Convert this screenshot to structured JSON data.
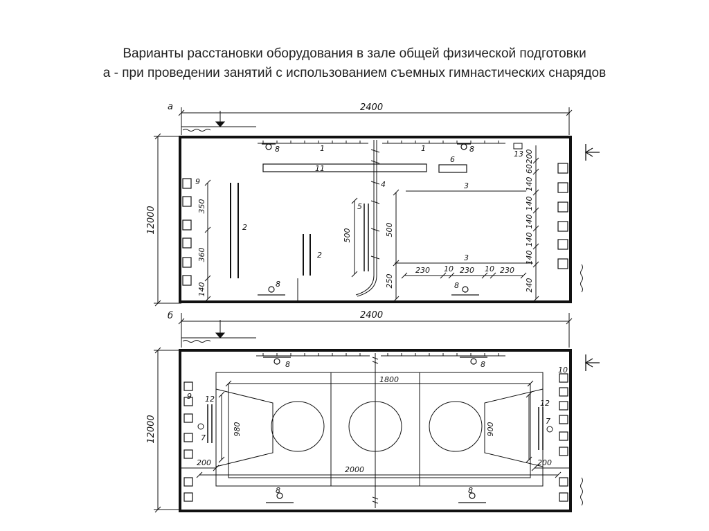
{
  "title": {
    "line1": "Варианты расстановки оборудования в зале общей физической подготовки",
    "line2": "а - при проведении занятий с использованием съемных гимнастических снарядов"
  },
  "plan_a": {
    "variant_label": "а",
    "width_dim": "2400",
    "height_dim": "12000",
    "labels": {
      "n1": "1",
      "n2": "2",
      "n3": "3",
      "n4": "4",
      "n5": "5",
      "n6": "6",
      "n8": "8",
      "n9": "9",
      "n11": "11",
      "n13": "13"
    },
    "dims": {
      "d350": "350",
      "d360": "360",
      "d140": "140",
      "d500": "500",
      "d250": "250",
      "d230": "230",
      "d10": "10",
      "d240": "240",
      "d60": "60",
      "d200": "200"
    }
  },
  "plan_b": {
    "variant_label": "б",
    "width_dim": "2400",
    "height_dim": "12000",
    "labels": {
      "n7": "7",
      "n8": "8",
      "n9": "9",
      "n10": "10",
      "n12": "12"
    },
    "dims": {
      "d1800": "1800",
      "d2000": "2000",
      "d980": "980",
      "d900": "900",
      "d200": "200"
    }
  }
}
